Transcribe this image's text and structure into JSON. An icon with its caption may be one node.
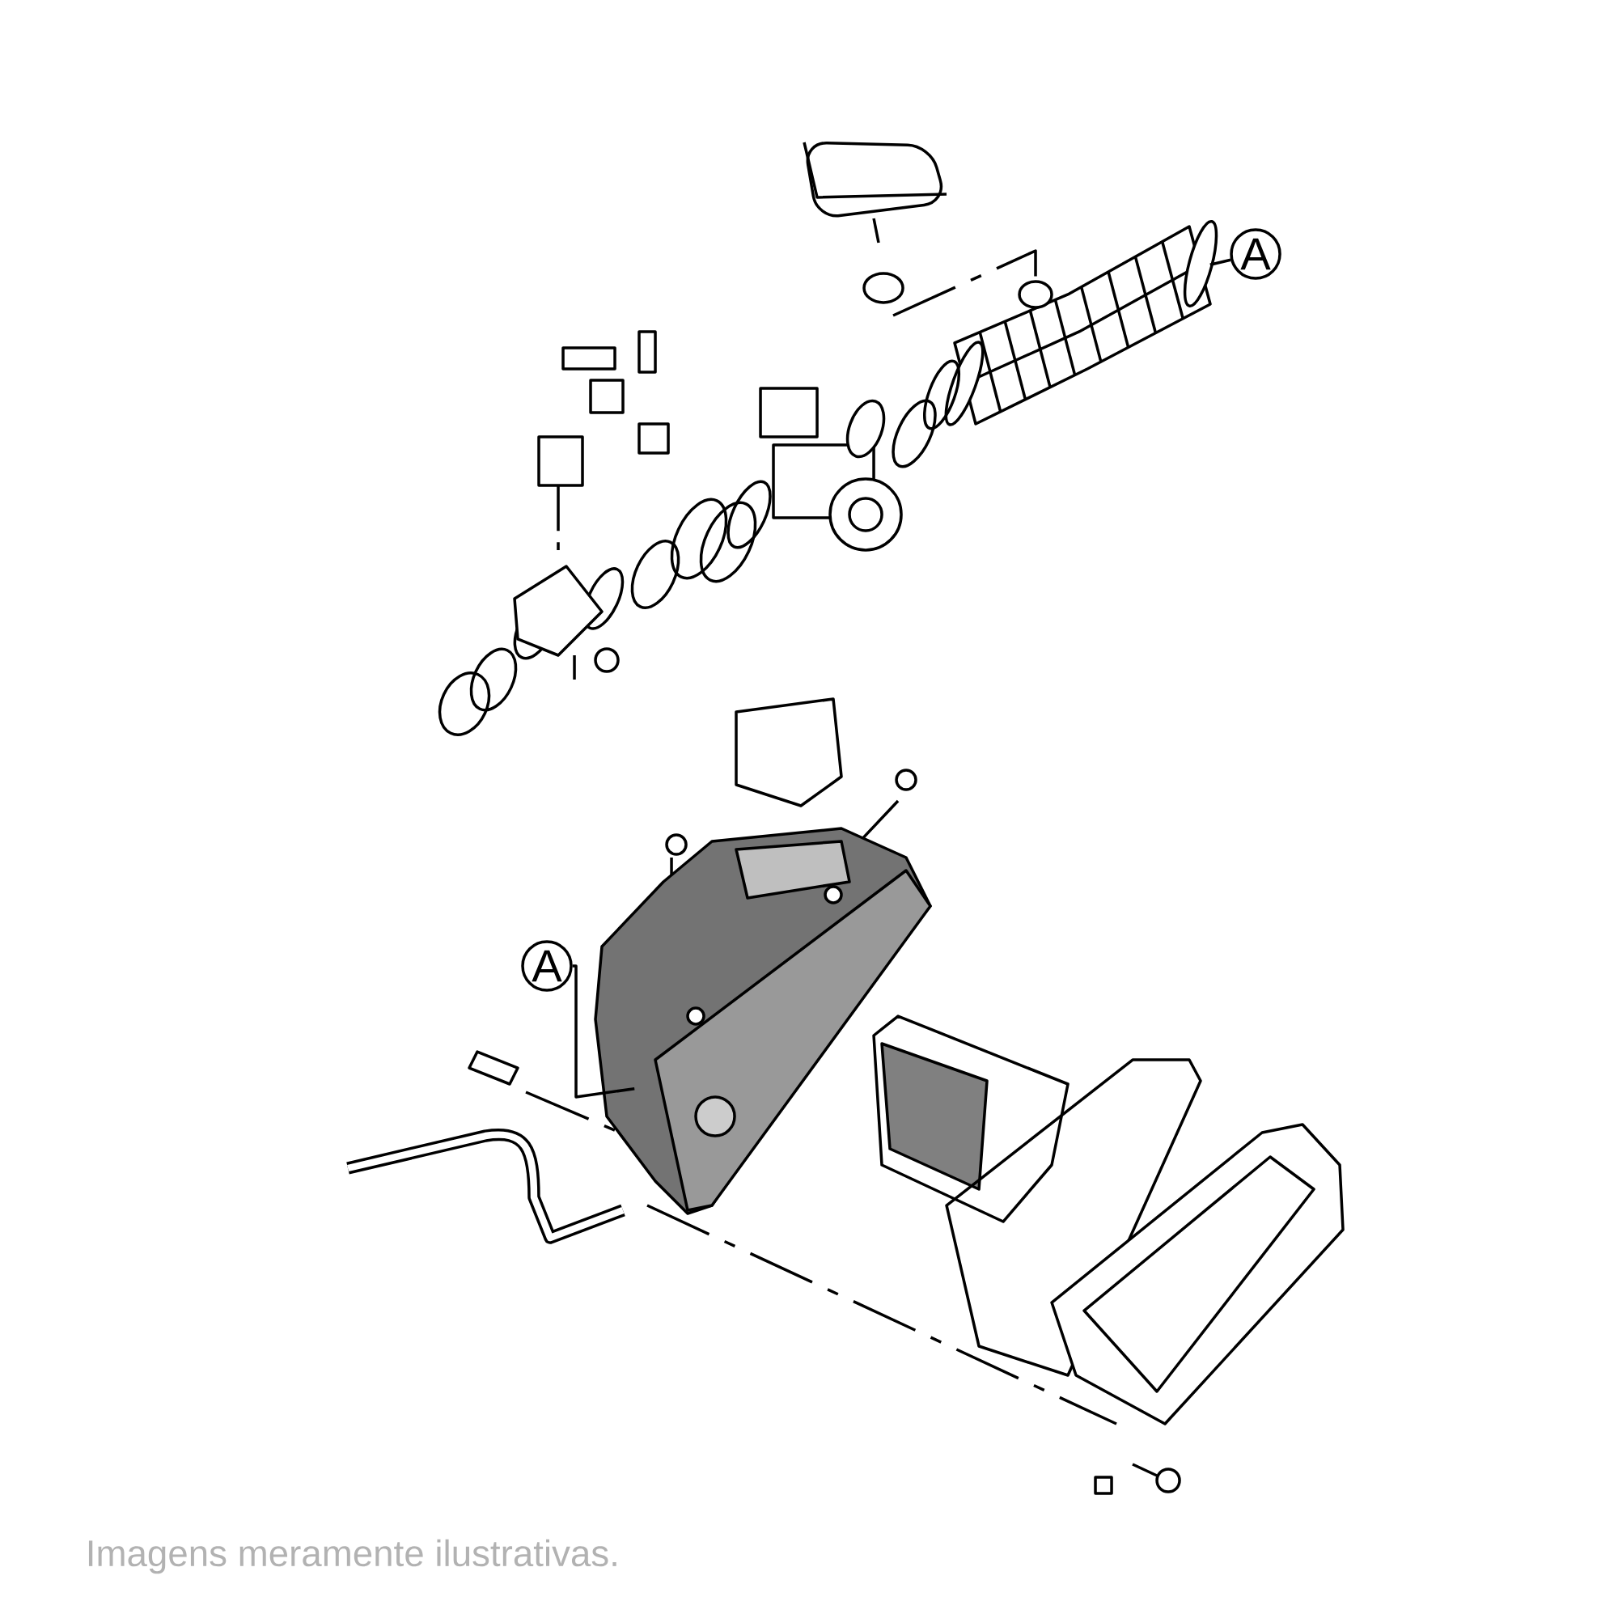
{
  "diagram": {
    "caption": "Imagens meramente ilustrativas.",
    "nodes": [
      {
        "text": [
          "A"
        ]
      },
      {
        "text": [],
        "shape": "picture"
      },
      {
        "text": [
          "A"
        ]
      },
      {
        "text": [],
        "shape": "picture"
      }
    ],
    "edges": [
      {
        "from": 0,
        "to": 1,
        "arrow": "none"
      },
      {
        "from": 2,
        "to": 3,
        "arrow": "none"
      }
    ]
  }
}
